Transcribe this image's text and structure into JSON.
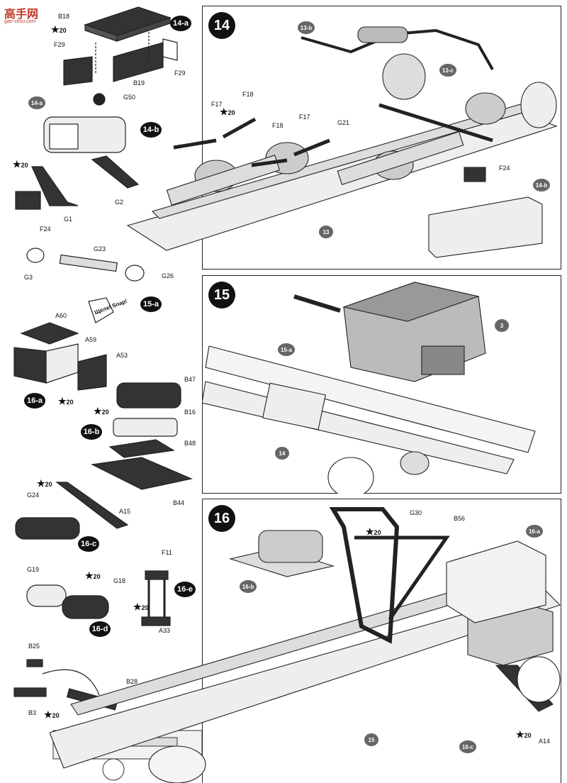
{
  "watermark": {
    "title": "高手网",
    "url": "gao-shou.com"
  },
  "glue_mark": "20",
  "click_text": "Щелк! Snap!",
  "steps": [
    {
      "id": "step14",
      "number": "14"
    },
    {
      "id": "step15",
      "number": "15"
    },
    {
      "id": "step16",
      "number": "16"
    }
  ],
  "subassemblies": [
    "14-a",
    "14-b",
    "15-a",
    "16-a",
    "16-b",
    "16-c",
    "16-d",
    "16-e"
  ],
  "refs": [
    "13-b",
    "13-c",
    "13",
    "14-a",
    "14-b",
    "15-a",
    "3",
    "14",
    "16-a",
    "16-b",
    "16-c",
    "15"
  ],
  "parts": {
    "B18": "B18",
    "F29": "F29",
    "B19": "B19",
    "G50": "G50",
    "G1": "G1",
    "G2": "G2",
    "F24": "F24",
    "G23": "G23",
    "G3": "G3",
    "G26": "G26",
    "A60": "A60",
    "A59": "A59",
    "A53": "A53",
    "B47": "B47",
    "B16": "B16",
    "B48": "B48",
    "B44": "B44",
    "G24": "G24",
    "A15": "A15",
    "G19": "G19",
    "G18": "G18",
    "F11": "F11",
    "A33": "A33",
    "B25": "B25",
    "B3": "B3",
    "B28": "B28",
    "F17": "F17",
    "F18": "F18",
    "G21": "G21",
    "G30": "G30",
    "B56": "B56",
    "A14": "A14"
  }
}
